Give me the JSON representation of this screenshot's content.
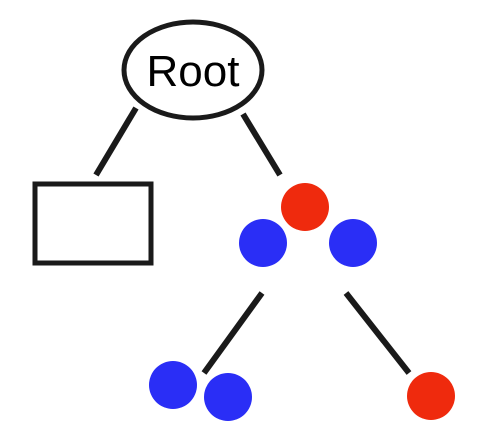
{
  "diagram": {
    "root": {
      "label": "Root"
    },
    "colors": {
      "line": "#1a1a1a",
      "blue_node": "#2a2ef6",
      "red_node": "#ef2a0d",
      "background": "#ffffff"
    },
    "nodes": {
      "box_child": "rectangle",
      "red_top": "red",
      "blue_left": "blue",
      "blue_right": "blue",
      "blue_bottom_1": "blue",
      "blue_bottom_2": "blue",
      "red_bottom": "red"
    }
  }
}
